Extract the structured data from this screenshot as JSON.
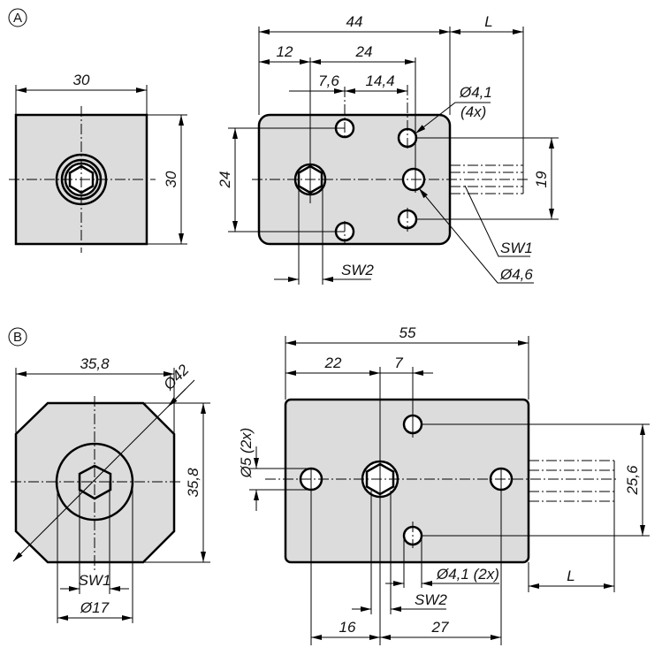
{
  "view_a": {
    "marker": "A",
    "front": {
      "width": "30",
      "height": "30"
    },
    "side": {
      "length": "44",
      "shaft": "L",
      "d12": "12",
      "d24": "24",
      "d76": "7,6",
      "d144": "14,4",
      "height": "24",
      "hole_spacing": "19",
      "hole_label": "Ø4,1",
      "hole_count": "(4x)",
      "sw1": "SW1",
      "center_hole": "Ø4,6",
      "sw2": "SW2"
    }
  },
  "view_b": {
    "marker": "B",
    "front": {
      "width": "35,8",
      "height": "35,8",
      "diagonal": "Ø42",
      "sw1": "SW1",
      "bore": "Ø17"
    },
    "side": {
      "length": "55",
      "d22": "22",
      "d7": "7",
      "side_hole": "Ø5 (2x)",
      "hole_spacing": "25,6",
      "hole_label": "Ø4,1 (2x)",
      "sw2": "SW2",
      "d16": "16",
      "d27": "27",
      "shaft": "L"
    }
  }
}
